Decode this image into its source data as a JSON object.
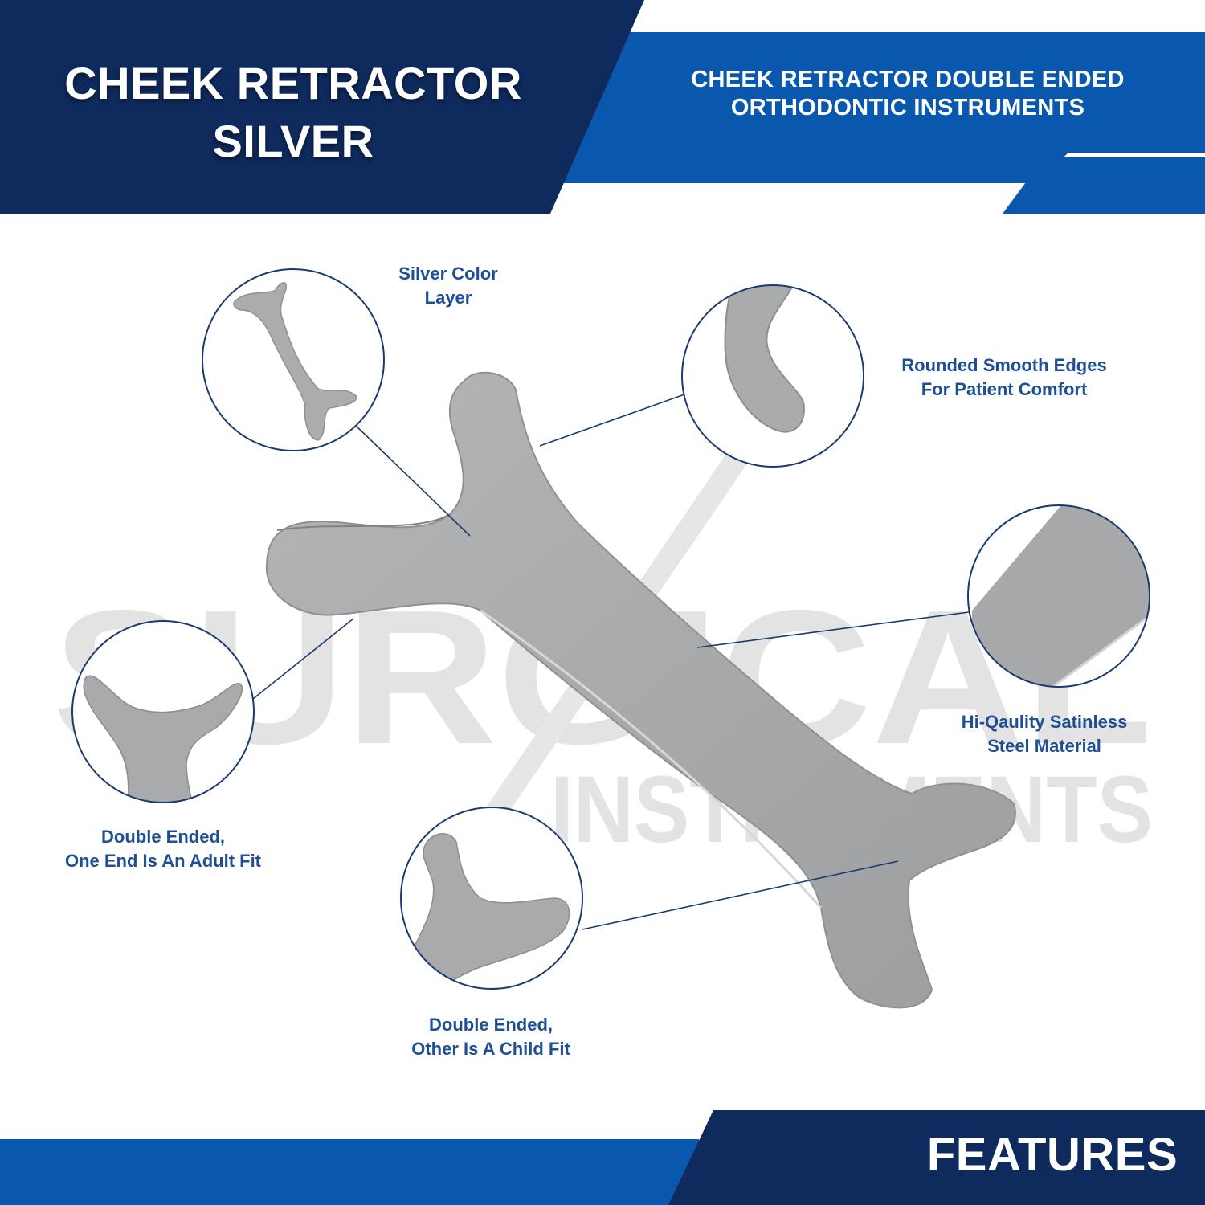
{
  "header": {
    "title_line1": "CHEEK RETRACTOR",
    "title_line2": "SILVER",
    "subtitle_line1": "CHEEK RETRACTOR DOUBLE ENDED",
    "subtitle_line2": "ORTHODONTIC INSTRUMENTS"
  },
  "watermark": {
    "line1": "SURGICAL",
    "line2": "INSTRUMENTS"
  },
  "features": [
    {
      "line1": "Silver Color",
      "line2": "Layer"
    },
    {
      "line1": "Rounded Smooth Edges",
      "line2": "For Patient Comfort"
    },
    {
      "line1": "Hi-Qaulity Satinless",
      "line2": "Steel Material"
    },
    {
      "line1": "Double Ended,",
      "line2": "One End Is An Adult Fit"
    },
    {
      "line1": "Double Ended,",
      "line2": "Other Is A Child Fit"
    }
  ],
  "footer": {
    "label": "FEATURES"
  },
  "colors": {
    "navy": "#0f2a5c",
    "royal_blue": "#0a58ad",
    "feature_text": "#1e4f95",
    "steel": "#a5a7a9"
  }
}
